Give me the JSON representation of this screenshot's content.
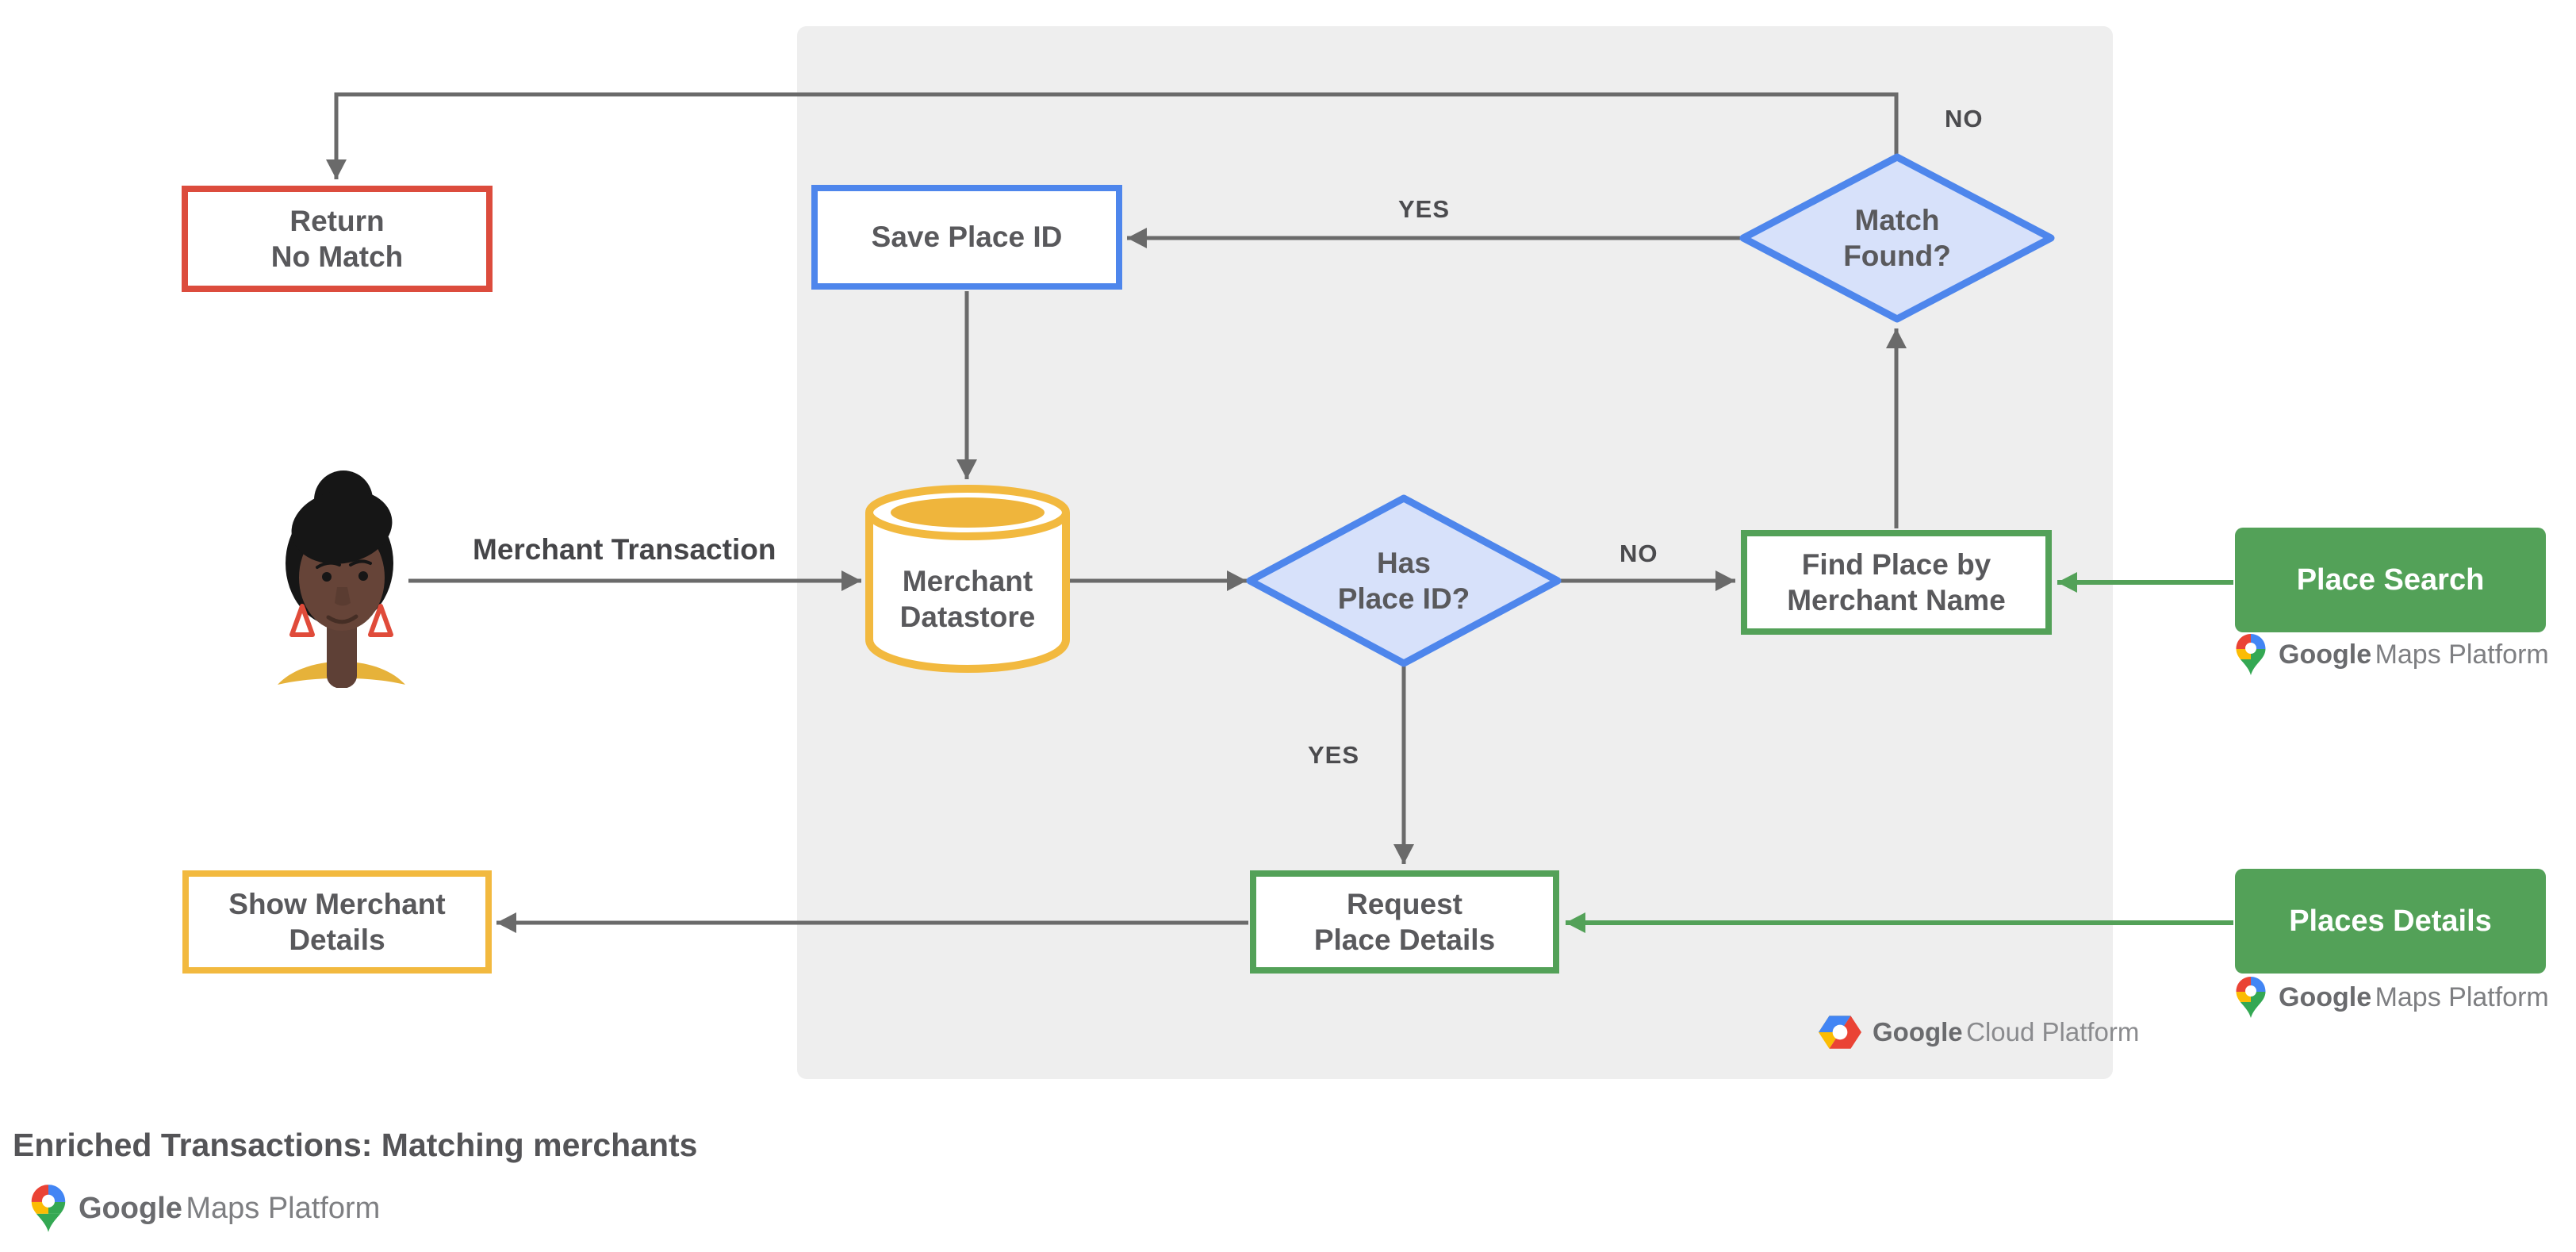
{
  "title": "Enriched Transactions: Matching merchants",
  "actor_label": "Merchant Transaction",
  "nodes": {
    "return_no_match": "Return\nNo Match",
    "save_place_id": "Save Place ID",
    "match_found": "Match\nFound?",
    "merchant_datastore": "Merchant\nDatastore",
    "has_place_id": "Has\nPlace ID?",
    "find_place_by_merchant_name": "Find Place by\nMerchant Name",
    "place_search": "Place Search",
    "request_place_details": "Request\nPlace Details",
    "places_details": "Places Details",
    "show_merchant_details": "Show Merchant\nDetails"
  },
  "edge_labels": {
    "match_found_no": "NO",
    "match_found_yes": "YES",
    "has_place_id_no": "NO",
    "has_place_id_yes": "YES"
  },
  "brand": {
    "google": "Google",
    "maps_platform": "Maps Platform",
    "cloud_platform": "Cloud Platform"
  },
  "colors": {
    "red": "#DC4C3D",
    "blue": "#4E86EC",
    "blue_fill": "#D7E1FA",
    "yellow": "#F2B93F",
    "green": "#53A158",
    "panel_gray": "#EEEEEE",
    "arrow_gray": "#6A6A6A"
  }
}
